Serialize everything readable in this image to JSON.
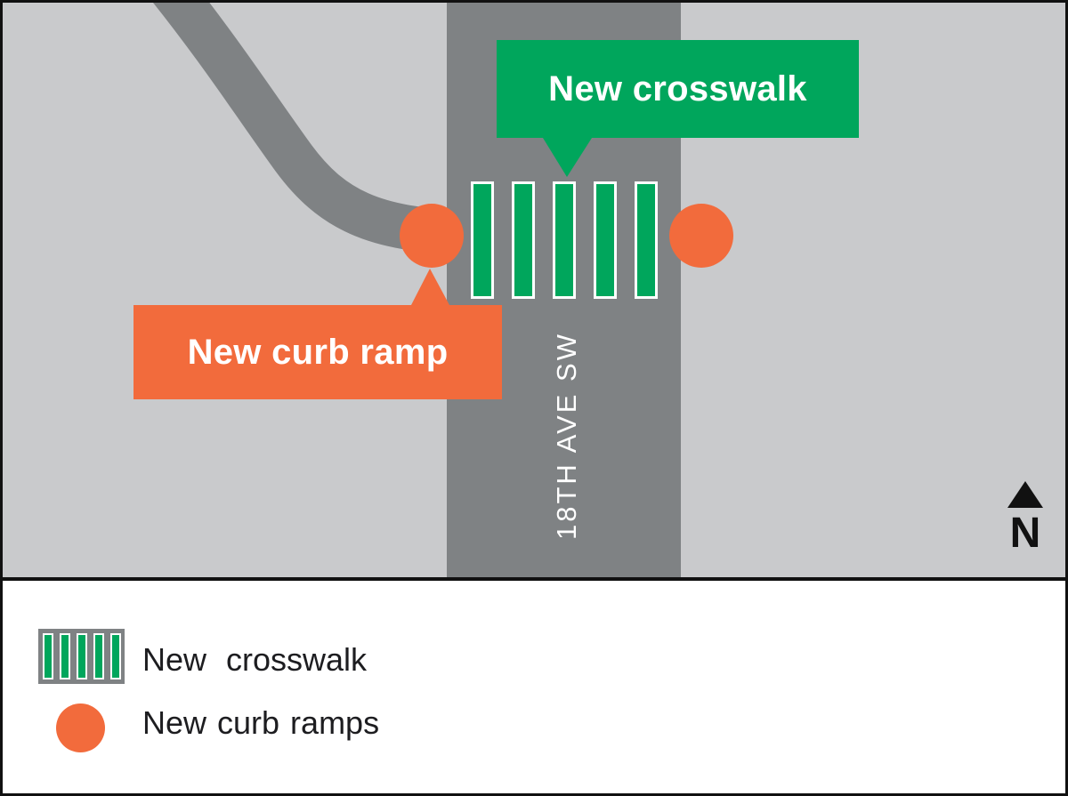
{
  "map": {
    "street_label": "18TH AVE SW",
    "north": {
      "label": "N"
    },
    "crosswalk_callout": {
      "label": "New crosswalk"
    },
    "curb_ramp_callout": {
      "label": "New curb ramp"
    },
    "crosswalk_stripe_count": 5,
    "curb_ramp_markers": 2
  },
  "legend": {
    "items": [
      {
        "id": "new-crosswalk",
        "label": "New crosswalk"
      },
      {
        "id": "new-curb-ramps",
        "label": "New curb ramps"
      }
    ]
  },
  "colors": {
    "green": "#00a65c",
    "orange": "#f26b3c",
    "road_gray": "#7f8284",
    "map_background_gray": "#c9cacc",
    "legend_background": "#ffffff",
    "border_black": "#111111",
    "label_text_dark": "#1d1d20",
    "callout_text_white": "#ffffff"
  }
}
